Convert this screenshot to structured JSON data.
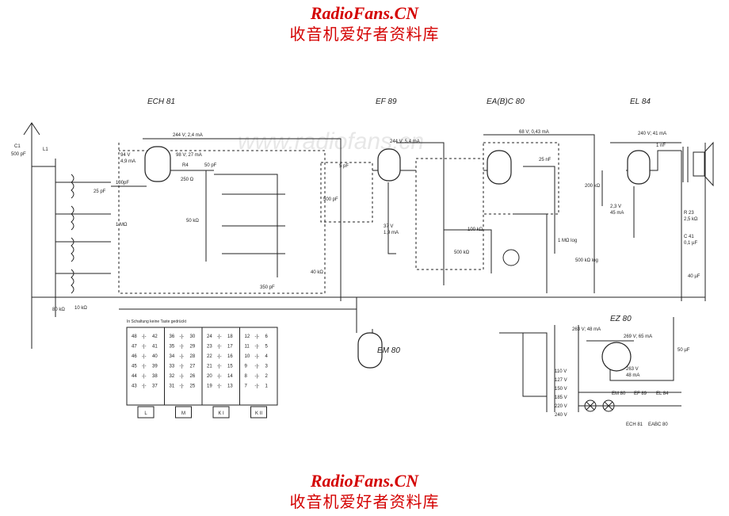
{
  "header": {
    "brand": "RadioFans.CN",
    "subtitle": "收音机爱好者资料库"
  },
  "footer": {
    "brand": "RadioFans.CN",
    "subtitle": "收音机爱好者资料库"
  },
  "watermark": "www.radiofans.cn",
  "tubes": {
    "ech81": "ECH 81",
    "ef89": "EF 89",
    "eabc80": "EA(B)C 80",
    "el84": "EL 84",
    "em80": "EM 80",
    "ez80": "EZ 80"
  },
  "annotations": {
    "ech81_plate": "244 V; 2,4 mA",
    "ech81_osc": "98 V; 27 mA",
    "ech81_grid": "94 V",
    "ech81_cur": "4,9 mA",
    "ef89_v": "244 V; 5,4 mA",
    "ef89_screen": "37 V",
    "ef89_scur": "1,9 mA",
    "eabc_v": "68 V; 0,43 mA",
    "el84_v": "240 V; 41 mA",
    "el84_k": "2,3 V",
    "el84_kc": "45 mA",
    "ez80_v1": "263 V; 48 mA",
    "ez80_v2": "269 V; 65 mA",
    "ez80_v3": "263 V",
    "ez80_v4": "48 mA"
  },
  "components": {
    "c1": "C1",
    "c1_val": "500 pF",
    "l1": "L1",
    "c_100pf": "100pF",
    "r_1m": "1 MΩ",
    "r4": "R4",
    "r_250": "250 Ω",
    "c_50pf": "50 pF",
    "c_25pf": "25 pF",
    "c_500pf": "500 pF",
    "r_50k": "50 kΩ",
    "r_40k": "40 kΩ",
    "c_350pf": "350 pF",
    "c_5pf": "5 pF",
    "r_100k": "100 kΩ",
    "r_500k": "500 kΩ",
    "c_1nf": "1 nF",
    "r_1mohm_log": "1 MΩ log",
    "r_500k_log": "500 kΩ log",
    "c_25nf": "25 nF",
    "r_200k": "200 kΩ",
    "r_23": "R 23",
    "r_2k5": "2,5 kΩ",
    "c41": "C 41",
    "c41_val": "0,1 µF",
    "c_50uf": "50 µF",
    "c_40uf": "40 µF",
    "r_10k": "10 kΩ",
    "r_80k": "80 kΩ"
  },
  "switch_table": {
    "caption": "In Schaltung keine Taste gedrückt",
    "groups": [
      {
        "label": "L",
        "rows": [
          [
            "48",
            "42"
          ],
          [
            "47",
            "41"
          ],
          [
            "46",
            "40"
          ],
          [
            "45",
            "39"
          ],
          [
            "44",
            "38"
          ],
          [
            "43",
            "37"
          ]
        ]
      },
      {
        "label": "M",
        "rows": [
          [
            "36",
            "30"
          ],
          [
            "35",
            "29"
          ],
          [
            "34",
            "28"
          ],
          [
            "33",
            "27"
          ],
          [
            "32",
            "26"
          ],
          [
            "31",
            "25"
          ]
        ]
      },
      {
        "label": "K I",
        "rows": [
          [
            "24",
            "18"
          ],
          [
            "23",
            "17"
          ],
          [
            "22",
            "16"
          ],
          [
            "21",
            "15"
          ],
          [
            "20",
            "14"
          ],
          [
            "19",
            "13"
          ]
        ]
      },
      {
        "label": "K II",
        "rows": [
          [
            "12",
            "6"
          ],
          [
            "11",
            "5"
          ],
          [
            "10",
            "4"
          ],
          [
            "9",
            "3"
          ],
          [
            "8",
            "2"
          ],
          [
            "7",
            "1"
          ]
        ]
      }
    ]
  },
  "mains_taps": [
    "110 V",
    "127 V",
    "150 V",
    "185 V",
    "220 V",
    "240 V"
  ],
  "heater_chain": [
    "EM 80",
    "EF 89",
    "EL 84",
    "ECH 81",
    "EABC 80"
  ],
  "colors": {
    "brand": "#d40000",
    "ink": "#222222"
  }
}
